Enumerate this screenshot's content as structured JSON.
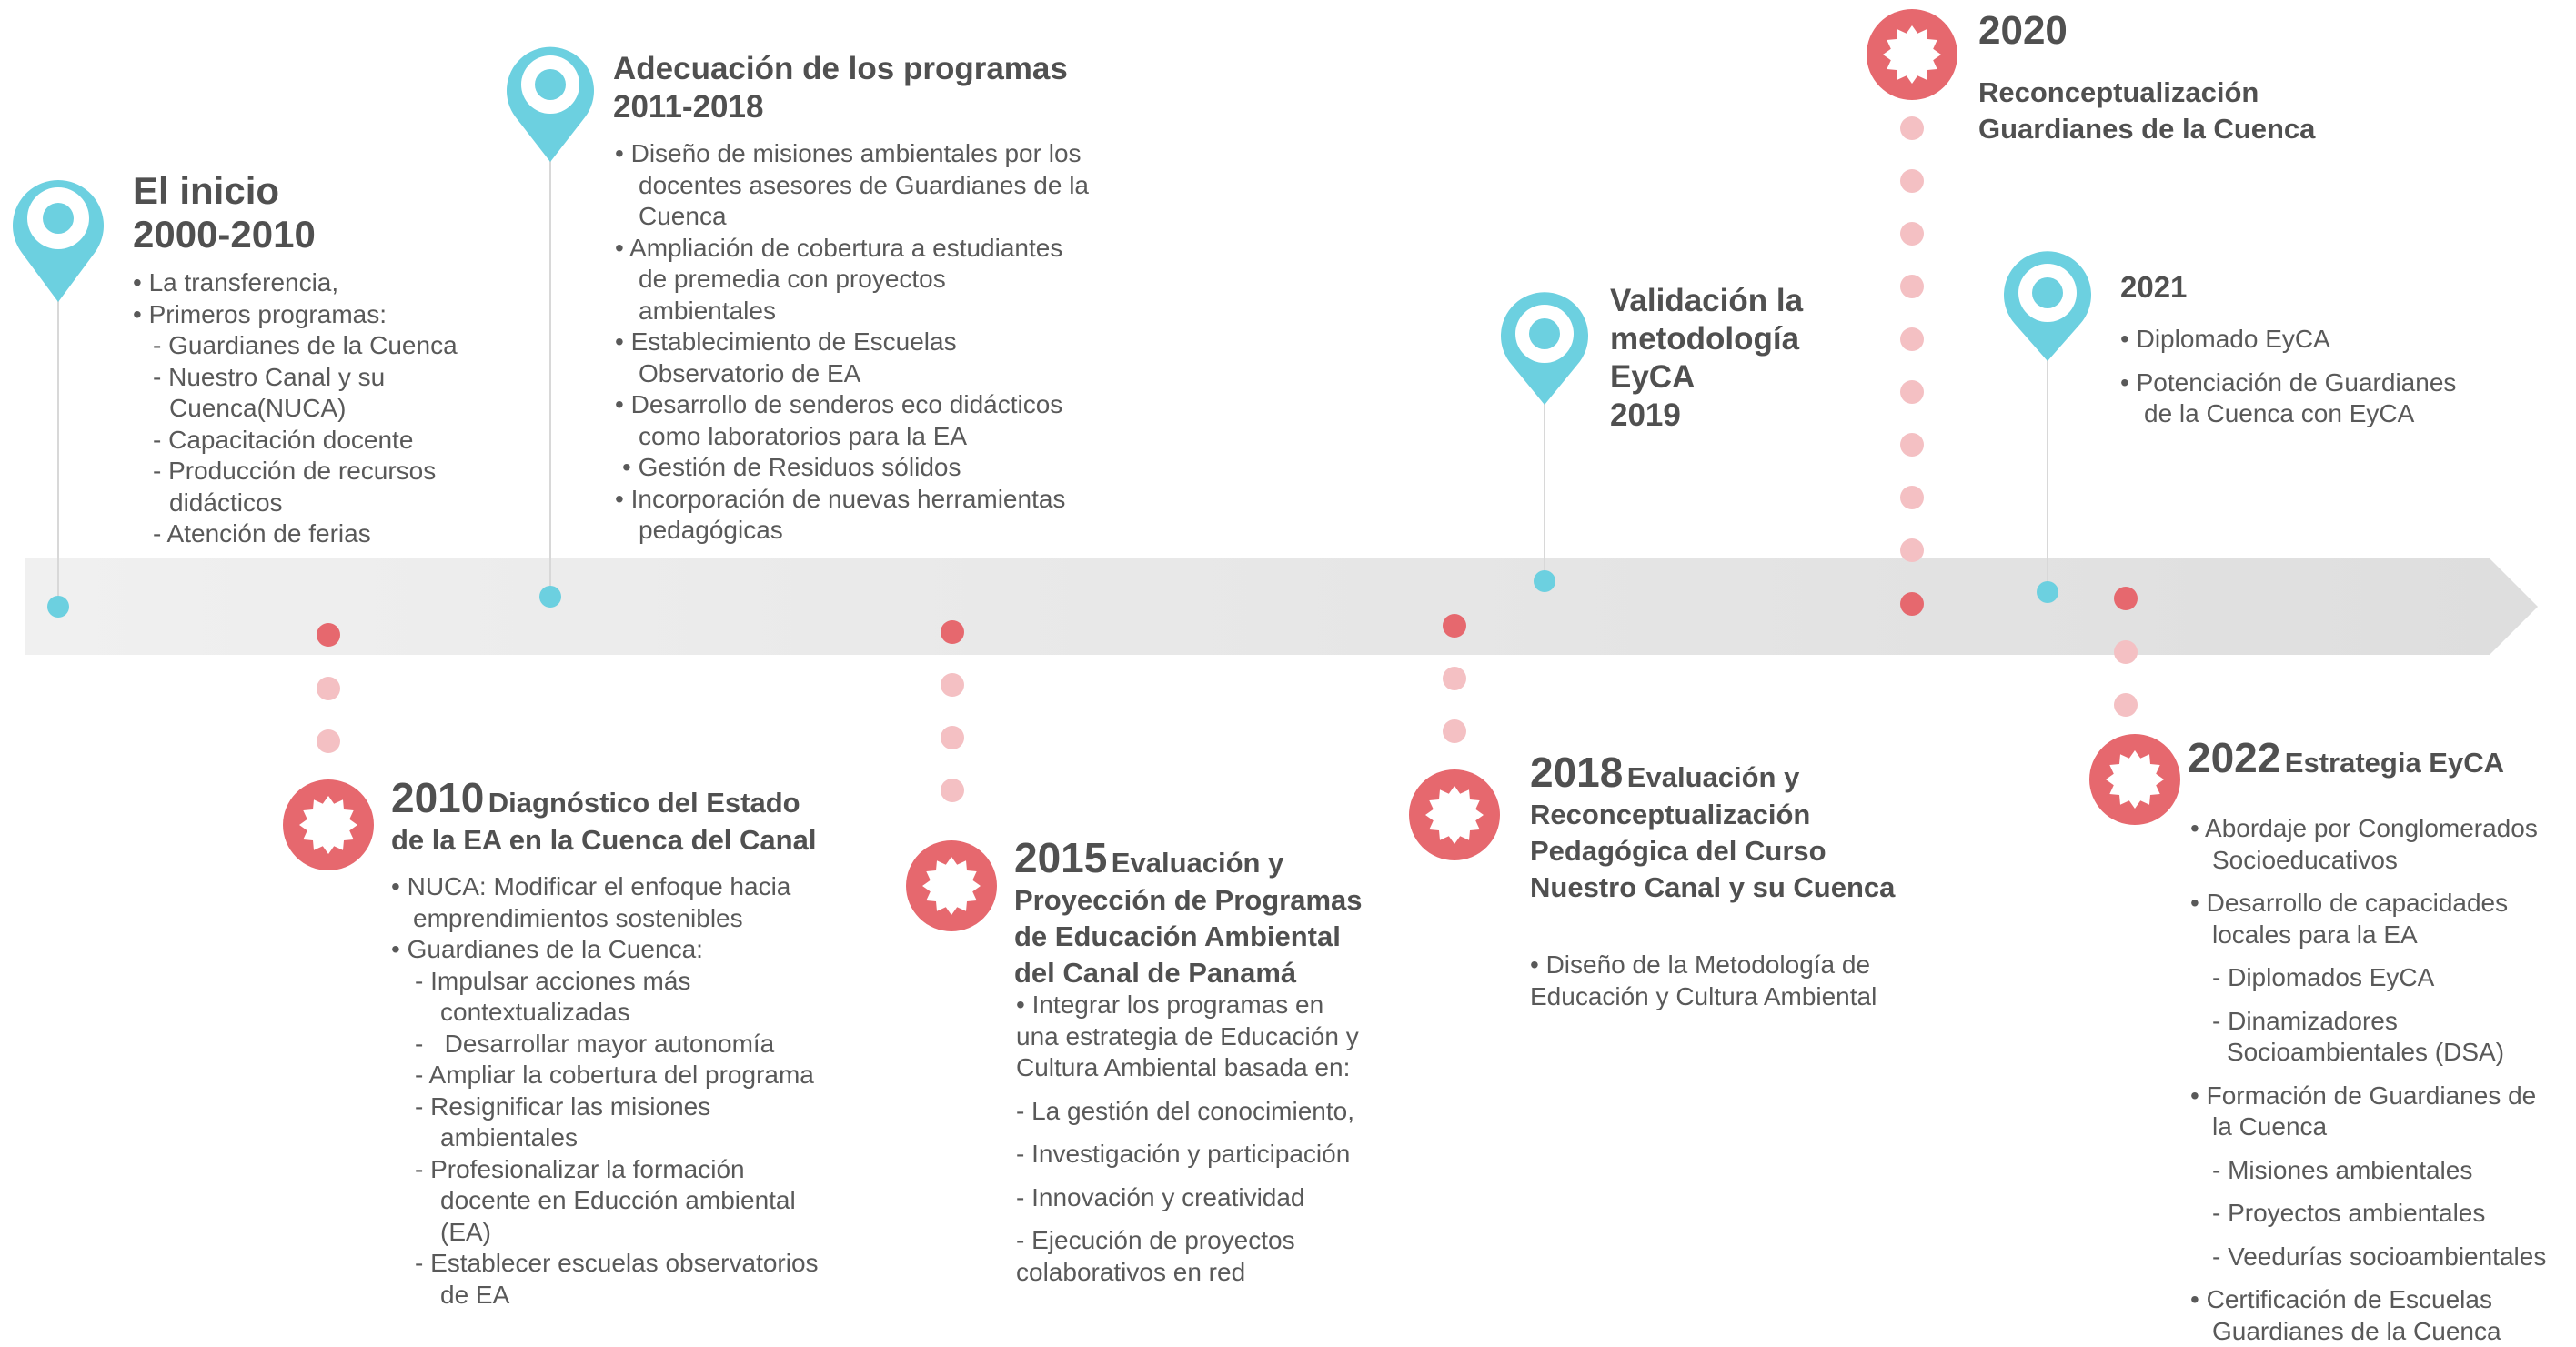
{
  "colors": {
    "cyan": "#6cd0e0",
    "red": "#e6686e",
    "pink": "#f4c0c3",
    "band": "#e6e6e6",
    "text": "#595959",
    "title": "#505050"
  },
  "icons": {
    "pin": "map-pin-icon",
    "badge": "starburst-badge-icon"
  },
  "milestones": {
    "m2000": {
      "title1": "El inicio",
      "title2": "2000-2010",
      "items": [
        "La transferencia,",
        "Primeros programas:",
        "- Guardianes de la Cuenca",
        "- Nuestro Canal y su",
        "Cuenca(NUCA)",
        "- Capacitación docente",
        "- Producción de recursos",
        "didácticos",
        "- Atención de ferias"
      ]
    },
    "m2011": {
      "title1": "Adecuación de los programas",
      "title2": "2011-2018",
      "items": [
        "Diseño de misiones ambientales por los",
        "docentes asesores de Guardianes de la",
        "Cuenca",
        "Ampliación de cobertura a estudiantes",
        "de premedia con proyectos",
        "ambientales",
        "Establecimiento de Escuelas",
        "Observatorio de EA",
        "Desarrollo de senderos eco didácticos",
        "como laboratorios para la EA",
        "Gestión de Residuos sólidos",
        "Incorporación de nuevas herramientas",
        "pedagógicas"
      ]
    },
    "m2010": {
      "year": "2010",
      "title_a": "Diagnóstico del Estado",
      "title_b": "de la EA en la Cuenca del Canal",
      "items": [
        "NUCA: Modificar el enfoque hacia",
        "emprendimientos sostenibles",
        "Guardianes de la Cuenca:",
        "-  Impulsar acciones más",
        "contextualizadas",
        "-   Desarrollar mayor autonomía",
        "-  Ampliar la cobertura del programa",
        "-  Resignificar las misiones",
        "ambientales",
        "-  Profesionalizar la formación",
        "docente en Educción ambiental",
        "(EA)",
        "-  Establecer escuelas observatorios",
        "de EA"
      ]
    },
    "m2015": {
      "year": "2015",
      "title_a": "Evaluación y",
      "title_b": "Proyección de Programas",
      "title_c": "de Educación Ambiental",
      "title_d": "del Canal de Panamá",
      "items": [
        "• Integrar los programas en",
        "una estrategia de Educación y",
        "Cultura Ambiental basada en:",
        "- La gestión del conocimiento,",
        "- Investigación y participación",
        "- Innovación y creatividad",
        "- Ejecución de proyectos",
        "colaborativos en red"
      ]
    },
    "m2019": {
      "t1": "Validación la",
      "t2": "metodología",
      "t3": "EyCA",
      "t4": "2019"
    },
    "m2018": {
      "year": "2018",
      "title_a": "Evaluación y",
      "title_b": "Reconceptualización",
      "title_c": "Pedagógica del Curso",
      "title_d": "Nuestro Canal y su Cuenca",
      "items": [
        "• Diseño de la Metodología de",
        "Educación y Cultura Ambiental"
      ]
    },
    "m2020": {
      "year": "2020",
      "t1": "Reconceptualización",
      "t2": "Guardianes de la Cuenca"
    },
    "m2021": {
      "year": "2021",
      "items": [
        "Diplomado EyCA",
        "Potenciación de Guardianes",
        "de la Cuenca con EyCA"
      ]
    },
    "m2022": {
      "year": "2022",
      "title_a": "Estrategia EyCA",
      "items": [
        "Abordaje por Conglomerados",
        "Socioeducativos",
        "Desarrollo de capacidades",
        "locales para la EA",
        "- Diplomados EyCA",
        "- Dinamizadores",
        "Socioambientales (DSA)",
        "Formación de Guardianes de",
        "la Cuenca",
        "- Misiones ambientales",
        "- Proyectos ambientales",
        "- Veedurías socioambientales",
        "Certificación de Escuelas",
        "Guardianes de la Cuenca"
      ]
    }
  }
}
